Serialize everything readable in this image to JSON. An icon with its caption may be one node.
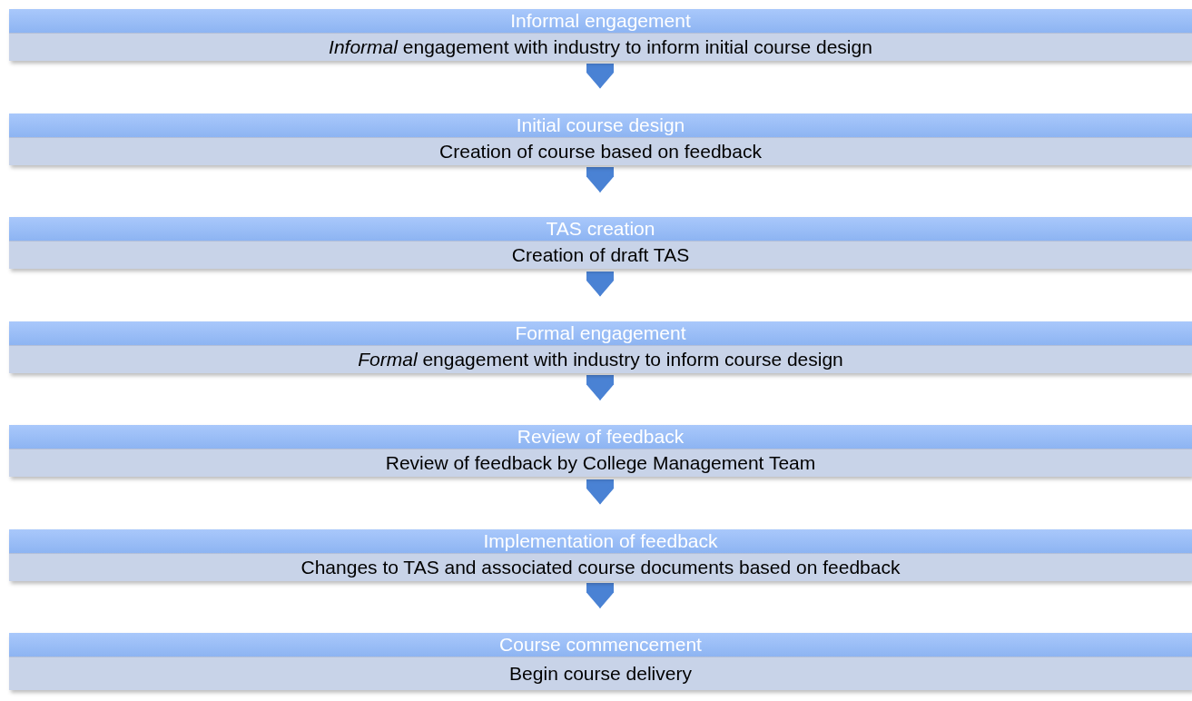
{
  "diagram": {
    "nodes": [
      {
        "text": [
          "Informal engagement",
          "*Informal* engagement with industry to inform initial course design"
        ]
      },
      {
        "text": [
          "Initial course design",
          "Creation of course based on feedback"
        ]
      },
      {
        "text": [
          "TAS creation",
          "Creation of draft TAS"
        ]
      },
      {
        "text": [
          "Formal engagement",
          "*Formal* engagement with industry to inform course design"
        ]
      },
      {
        "text": [
          "Review of feedback",
          "Review of feedback by College Management Team"
        ]
      },
      {
        "text": [
          "Implementation of feedback",
          "Changes to TAS and associated course documents based on feedback"
        ]
      },
      {
        "text": [
          "Course commencement",
          "Begin course delivery"
        ]
      }
    ],
    "edges": [
      {
        "from": 0,
        "to": 1,
        "arrow": "to"
      },
      {
        "from": 1,
        "to": 2,
        "arrow": "to"
      },
      {
        "from": 2,
        "to": 3,
        "arrow": "to"
      },
      {
        "from": 3,
        "to": 4,
        "arrow": "to"
      },
      {
        "from": 4,
        "to": 5,
        "arrow": "to"
      },
      {
        "from": 5,
        "to": 6,
        "arrow": "to"
      }
    ]
  }
}
